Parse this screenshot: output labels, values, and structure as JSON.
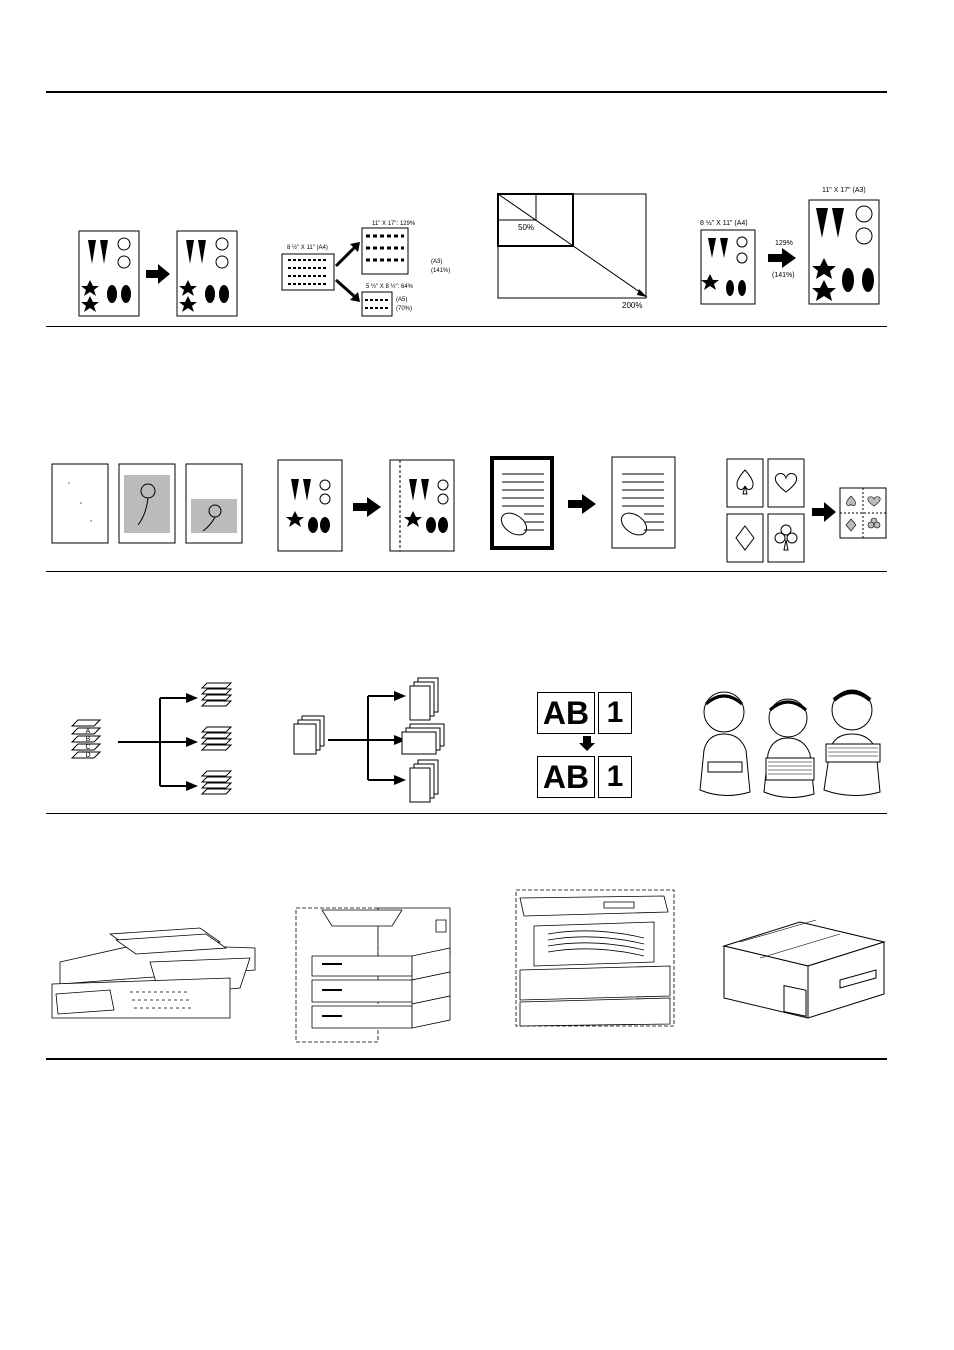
{
  "zoom": {
    "a4_to_a3": {
      "from": "8 ½\" X 11\" (A4)",
      "to_top": "11\" X 17\": 129%",
      "to_top_alt": "(A3)",
      "to_top_alt_pct": "(141%)",
      "to_bottom": "5 ½\" X 8 ½\": 64%",
      "to_bottom_alt": "(A5)",
      "to_bottom_alt_pct": "(70%)"
    },
    "range": {
      "min": "50%",
      "max": "200%"
    },
    "enlarge": {
      "from": "8 ½\" X 11\" (A4)",
      "to": "11\" X 17\" (A3)",
      "pct": "129%",
      "pct_alt": "(141%)"
    }
  },
  "page_labels": [
    "A",
    "B",
    "C",
    "D"
  ],
  "stamp": {
    "text": "AB",
    "number": "1"
  }
}
